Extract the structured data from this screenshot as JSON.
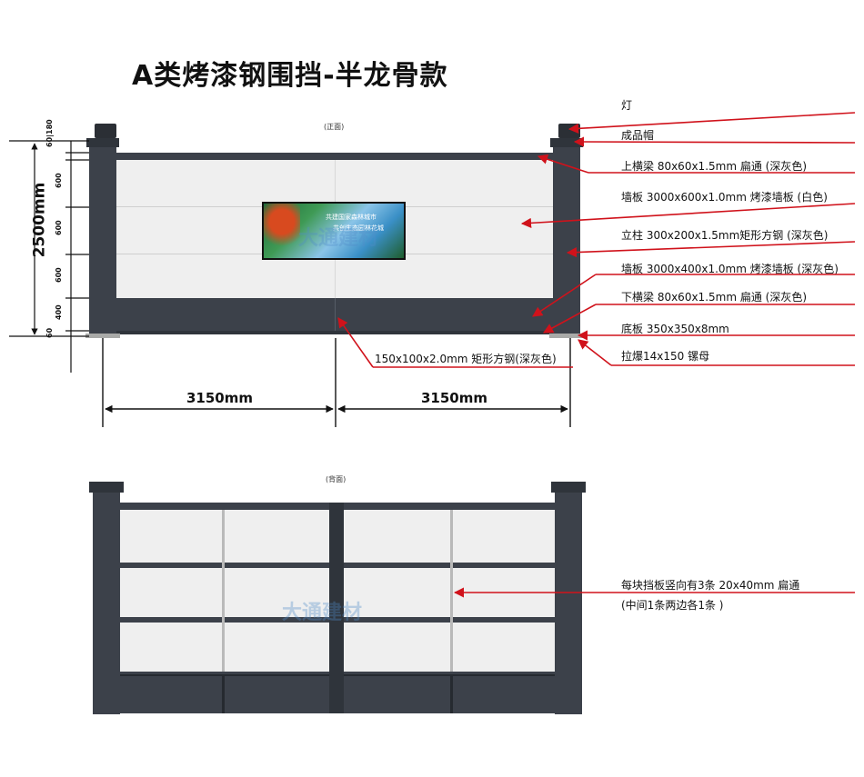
{
  "title": "A类烤漆钢围挡-半龙骨款",
  "views": {
    "front": "(正面)",
    "back": "(背面)"
  },
  "dimensions": {
    "total_height": "2500mm",
    "span_left": "3150mm",
    "span_right": "3150mm",
    "segments": [
      "60|180",
      "600",
      "600",
      "600",
      "400",
      "60"
    ]
  },
  "callouts": [
    "灯",
    "成品帽",
    "上横梁 80x60x1.5mm 扁通 (深灰色)",
    "墙板 3000x600x1.0mm 烤漆墙板 (白色)",
    "立柱 300x200x1.5mm矩形方钢 (深灰色)",
    "墙板 3000x400x1.0mm 烤漆墙板 (深灰色)",
    "下横梁 80x60x1.5mm 扁通 (深灰色)",
    "底板 350x350x8mm",
    "拉爆14x150 镙母",
    "150x100x2.0mm 矩形方钢(深灰色)"
  ],
  "back_callout": {
    "line1": "每块挡板竖向有3条 20x40mm 扁通",
    "line2": "(中间1条两边各1条 )"
  },
  "poster": {
    "line1": "共建国家森林城市",
    "line2": "共创生态园林花城"
  },
  "watermark": "大通建材",
  "colors": {
    "steel": "#3c414a",
    "panel": "#efefef",
    "arrow": "#d0121b",
    "dim": "#111111"
  }
}
